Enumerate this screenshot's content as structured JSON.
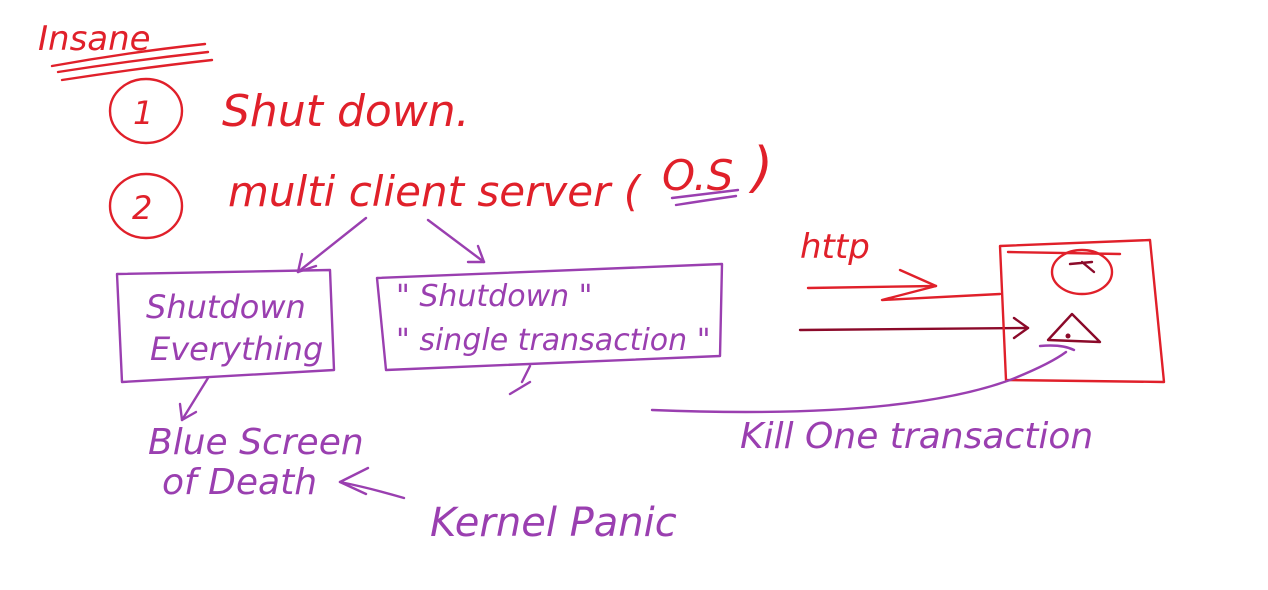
{
  "heading": "Insane",
  "items": [
    {
      "number": "1",
      "text": "Shut down."
    },
    {
      "number": "2",
      "text": "multi client server (",
      "os": "O.S",
      "close": ")"
    }
  ],
  "boxes": {
    "left": {
      "line1": "Shutdown",
      "line2": "Everything"
    },
    "right": {
      "line1": "\" Shutdown \"",
      "line2": "\" single transaction \""
    }
  },
  "bsod": {
    "line1": "Blue Screen",
    "line2": "of Death"
  },
  "kernel_panic": "Kernel Panic",
  "http": "http",
  "kill_one": "Kill One transaction",
  "colors": {
    "red": "#e0202a",
    "purple": "#9a3fb0",
    "maroon": "#8b0a2a"
  },
  "icons": [
    "warning-icon",
    "circle-icon"
  ]
}
